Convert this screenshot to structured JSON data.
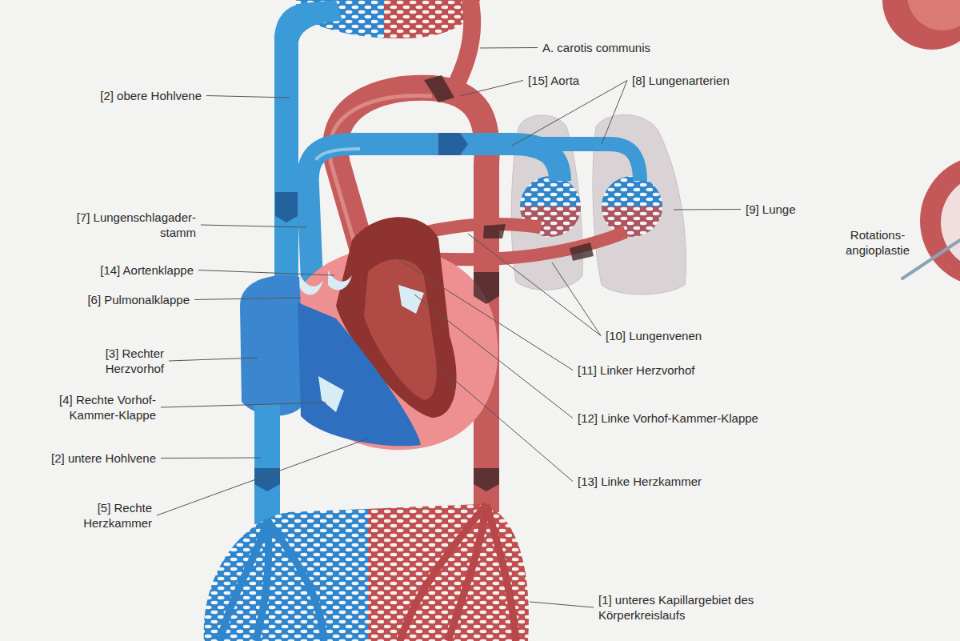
{
  "diagram": {
    "labels": [
      "A. carotis communis",
      "[2] obere Hohlvene",
      "[15] Aorta",
      "[8] Lungenarterien",
      "[7] Lungenschlagader- stamm",
      "[9] Lunge",
      "Rotations- angioplastie",
      "[14] Aortenklappe",
      "[6] Pulmonalklappe",
      "[10] Lungenvenen",
      "[3] Rechter Herzvorhof",
      "[11] Linker Herzvorhof",
      "[4] Rechte Vorhof- Kammer-Klappe",
      "[12] Linke Vorhof-Kammer-Klappe",
      "[2] untere Hohlvene",
      "[13] Linke Herzkammer",
      "[5] Rechte Herzkammer",
      "[1] unteres Kapillargebiet des Körperkreislaufs"
    ]
  }
}
